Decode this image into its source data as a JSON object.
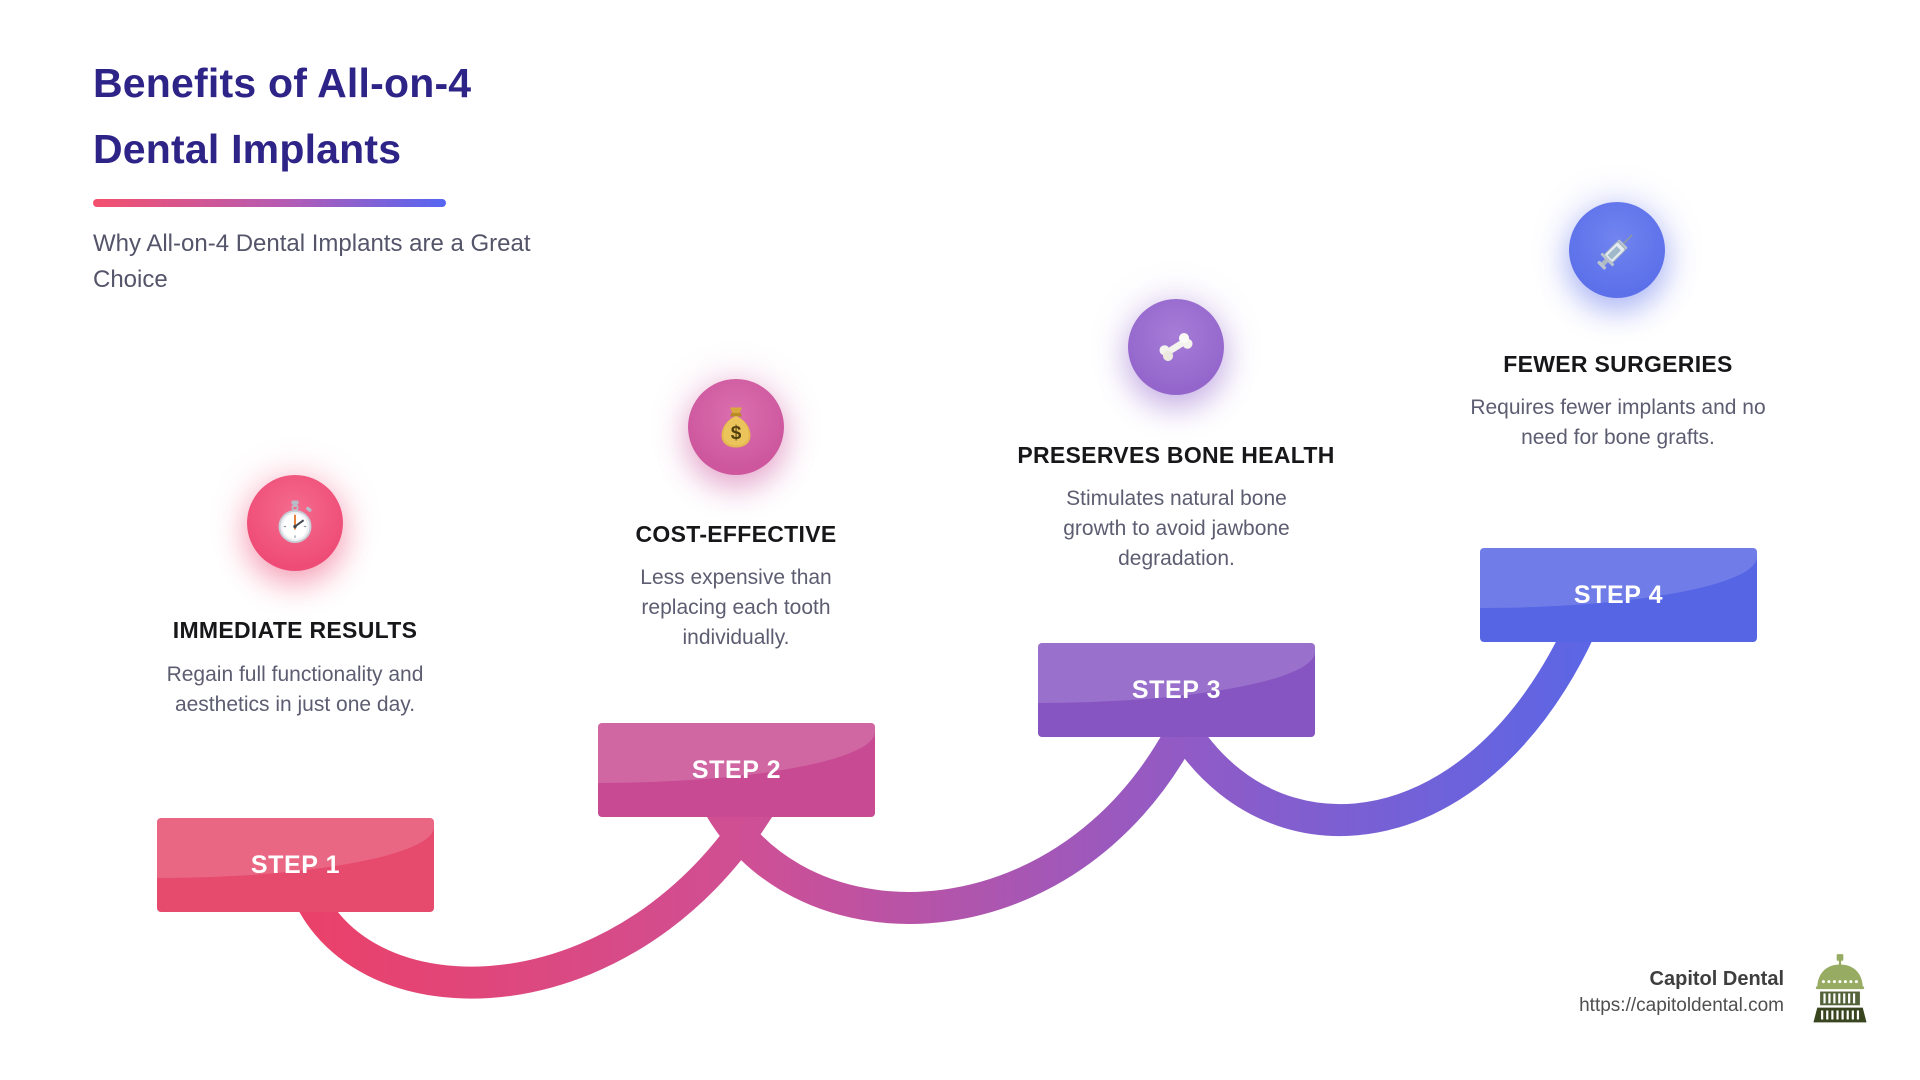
{
  "header": {
    "title_line1": "Benefits of All-on-4",
    "title_line2": "Dental Implants",
    "subtitle": "Why All-on-4 Dental Implants are a Great Choice"
  },
  "steps": [
    {
      "label": "STEP 1",
      "title": "IMMEDIATE RESULTS",
      "description": "Regain full functionality and aesthetics in just one day.",
      "icon": "stopwatch-icon",
      "accent": "#e64a6d"
    },
    {
      "label": "STEP 2",
      "title": "COST-EFFECTIVE",
      "description": "Less expensive than replacing each tooth individually.",
      "icon": "money-bag-icon",
      "accent": "#c74a92"
    },
    {
      "label": "STEP 3",
      "title": "PRESERVES BONE HEALTH",
      "description": "Stimulates natural bone growth to avoid jawbone degradation.",
      "icon": "bone-icon",
      "accent": "#8655c1"
    },
    {
      "label": "STEP 4",
      "title": "FEWER SURGERIES",
      "description": "Requires fewer implants and no need for bone grafts.",
      "icon": "syringe-icon",
      "accent": "#5565e4"
    }
  ],
  "footer": {
    "company": "Capitol Dental",
    "url": "https://capitoldental.com"
  },
  "colors": {
    "title_text": "#2e2487",
    "underline_gradient_start": "#f4506d",
    "underline_gradient_end": "#5566f2",
    "connector_gradient": [
      "#ec4067",
      "#cf4f94",
      "#8f5bc7",
      "#5667e8"
    ]
  }
}
